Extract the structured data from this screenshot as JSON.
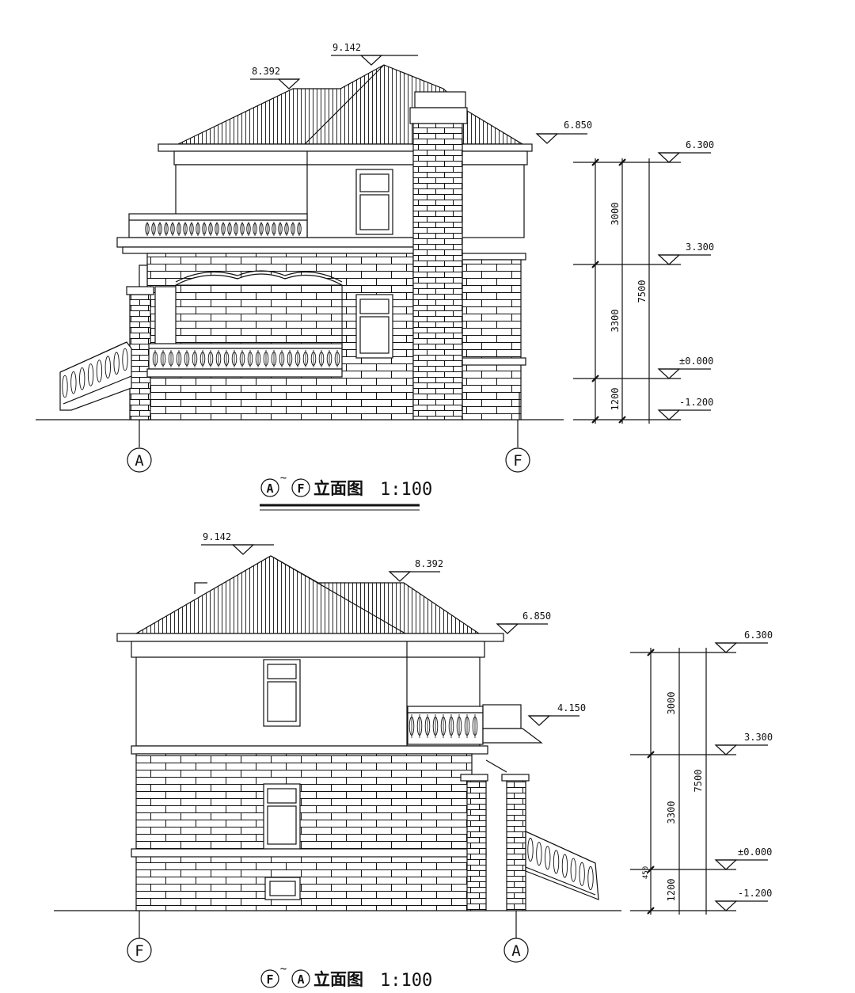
{
  "drawing1": {
    "title_a": "A",
    "title_tilde": "~",
    "title_b": "F",
    "title_text": "立面图",
    "scale": "1:100",
    "axis_left": "A",
    "axis_right": "F",
    "roof_top_elev": "9.142",
    "roof_left_elev": "8.392",
    "eave_elev": "6.850",
    "levels": [
      {
        "label": "6.300"
      },
      {
        "label": "3.300"
      },
      {
        "label": "±0.000"
      },
      {
        "label": "-1.200"
      }
    ],
    "dims": {
      "floor2": "3000",
      "floor1": "3300",
      "base": "1200",
      "total": "7500"
    }
  },
  "drawing2": {
    "title_a": "F",
    "title_tilde": "~",
    "title_b": "A",
    "title_text": "立面图",
    "scale": "1:100",
    "axis_left": "F",
    "axis_right": "A",
    "roof_top_elev": "9.142",
    "roof_right_elev": "8.392",
    "eave_elev": "6.850",
    "balcony_elev": "4.150",
    "levels": [
      {
        "label": "6.300"
      },
      {
        "label": "3.300"
      },
      {
        "label": "±0.000"
      },
      {
        "label": "-1.200"
      }
    ],
    "dims": {
      "floor2": "3000",
      "floor1": "3300",
      "base": "1200",
      "total": "7500",
      "small": "450"
    }
  }
}
